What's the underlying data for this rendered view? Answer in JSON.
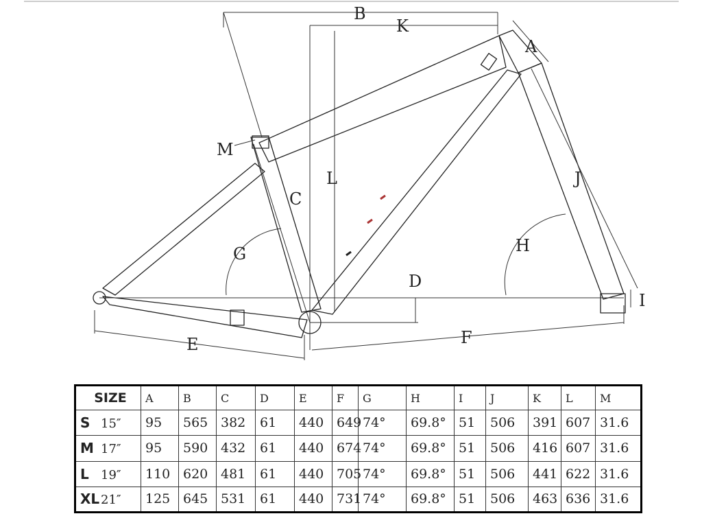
{
  "diagram": {
    "labels": {
      "A": "A",
      "B": "B",
      "C": "C",
      "D": "D",
      "E": "E",
      "F": "F",
      "G": "G",
      "H": "H",
      "I": "I",
      "J": "J",
      "K": "K",
      "L": "L",
      "M": "M"
    }
  },
  "table": {
    "headers": [
      "SIZE",
      "A",
      "B",
      "C",
      "D",
      "E",
      "F",
      "G",
      "H",
      "I",
      "J",
      "K",
      "L",
      "M"
    ],
    "rows": [
      {
        "size": "S",
        "inches": "15″",
        "values": [
          "95",
          "565",
          "382",
          "61",
          "440",
          "649",
          "74°",
          "69.8°",
          "51",
          "506",
          "391",
          "607",
          "31.6"
        ]
      },
      {
        "size": "M",
        "inches": "17″",
        "values": [
          "95",
          "590",
          "432",
          "61",
          "440",
          "674",
          "74°",
          "69.8°",
          "51",
          "506",
          "416",
          "607",
          "31.6"
        ]
      },
      {
        "size": "L",
        "inches": "19″",
        "values": [
          "110",
          "620",
          "481",
          "61",
          "440",
          "705",
          "74°",
          "69.8°",
          "51",
          "506",
          "441",
          "622",
          "31.6"
        ]
      },
      {
        "size": "XL",
        "inches": "21″",
        "values": [
          "125",
          "645",
          "531",
          "61",
          "440",
          "731",
          "74°",
          "69.8°",
          "51",
          "506",
          "463",
          "636",
          "31.6"
        ]
      }
    ]
  }
}
